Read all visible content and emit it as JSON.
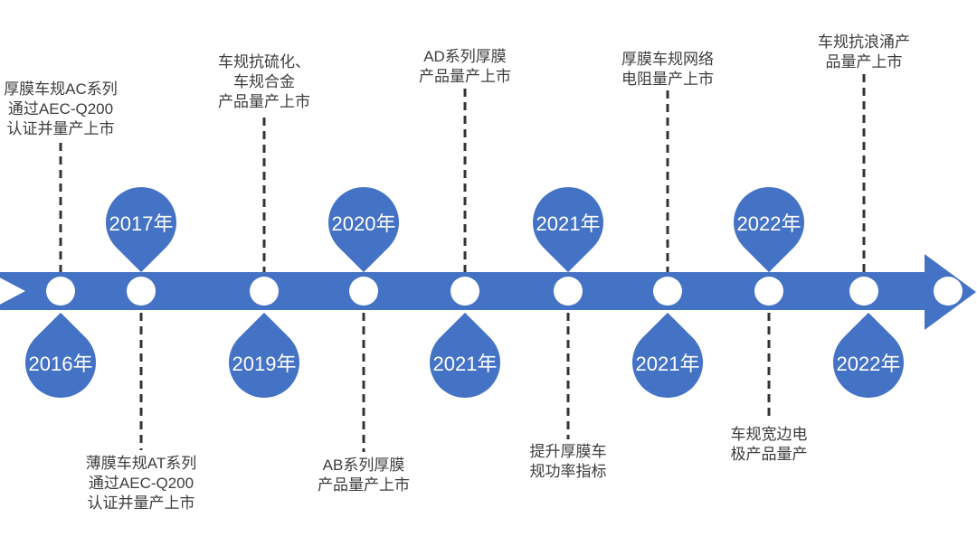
{
  "diagram": {
    "type": "timeline",
    "accent_color": "#4472c4",
    "note_color": "#3d3d3d",
    "direction": "left-to-right"
  },
  "milestones": [
    {
      "year": "2016年",
      "balloon_side": "below",
      "note_side": "above",
      "note": "厚膜车规AC系列\n通过AEC-Q200\n认证并量产上市"
    },
    {
      "year": "2017年",
      "balloon_side": "above",
      "note_side": "below",
      "note": "薄膜车规AT系列\n通过AEC-Q200\n认证并量产上市"
    },
    {
      "year": "2019年",
      "balloon_side": "below",
      "note_side": "above",
      "note": "车规抗硫化、\n车规合金\n产品量产上市"
    },
    {
      "year": "2020年",
      "balloon_side": "above",
      "note_side": "below",
      "note": "AB系列厚膜\n产品量产上市"
    },
    {
      "year": "2021年",
      "balloon_side": "below",
      "note_side": "above",
      "note": "AD系列厚膜\n产品量产上市"
    },
    {
      "year": "2021年",
      "balloon_side": "above",
      "note_side": "below",
      "note": "提升厚膜车\n规功率指标"
    },
    {
      "year": "2021年",
      "balloon_side": "below",
      "note_side": "above",
      "note": "厚膜车规网络\n电阻量产上市"
    },
    {
      "year": "2022年",
      "balloon_side": "above",
      "note_side": "below",
      "note": "车规宽边电\n极产品量产"
    },
    {
      "year": "2022年",
      "balloon_side": "below",
      "note_side": "above",
      "note": "车规抗浪涌产\n品量产上市"
    }
  ]
}
